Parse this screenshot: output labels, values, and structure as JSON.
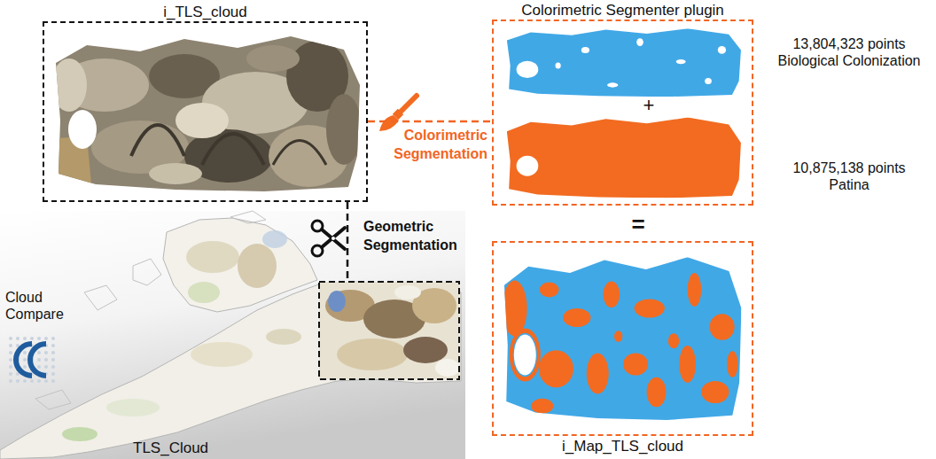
{
  "diagram": {
    "nodes": [
      {
        "text": [
          "i_TLS_cloud"
        ]
      },
      {
        "text": [
          "Colorimetric Segmenter plugin"
        ]
      },
      {
        "text": [
          "i_Map_TLS_cloud"
        ]
      },
      {
        "text": [
          "TLS_Cloud"
        ]
      }
    ],
    "edges": [
      {
        "from": 0,
        "to": 1,
        "arrow": "none",
        "label": "Colorimetric Segmentation"
      },
      {
        "from": 0,
        "to": 3,
        "arrow": "none",
        "label": "Geometric Segmentation"
      }
    ],
    "labels": [
      "13,804,323 points Biological Colonization",
      "+",
      "10,875,138 points Patina",
      "=",
      "Cloud Compare"
    ]
  }
}
